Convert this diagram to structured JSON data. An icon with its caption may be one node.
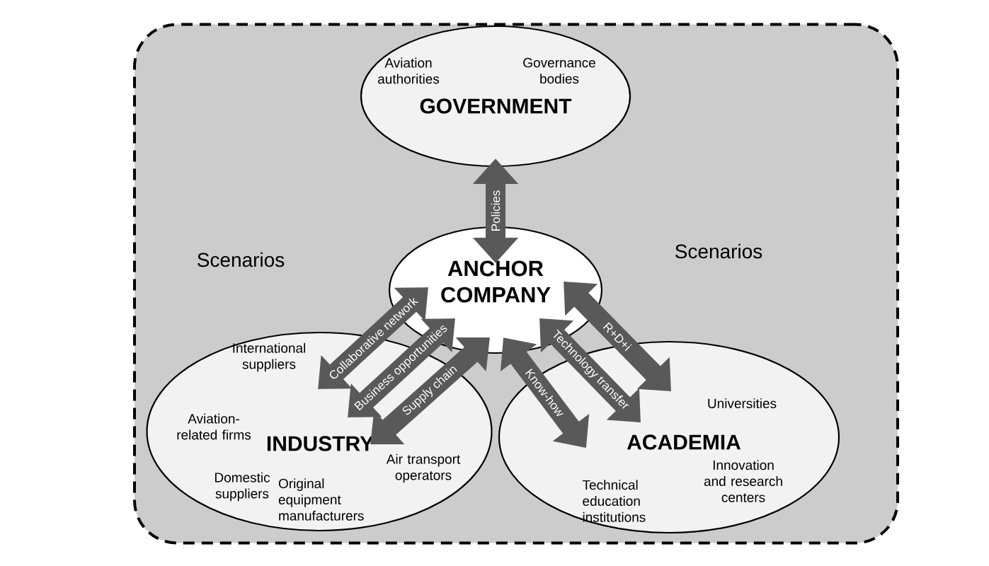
{
  "diagram": {
    "nodes": [
      {
        "text": [
          "Scenarios",
          "Scenarios"
        ]
      },
      {
        "text": [
          "Aviation authorities",
          "Governance bodies",
          "GOVERNMENT"
        ],
        "in": 0
      },
      {
        "text": [
          "ANCHOR COMPANY"
        ],
        "in": 0
      },
      {
        "text": [
          "International suppliers",
          "Aviation- related firms",
          "INDUSTRY",
          "Air transport operators",
          "Domestic suppliers",
          "Original equipment manufacturers"
        ],
        "in": 0
      },
      {
        "text": [
          "Universities",
          "ACADEMIA",
          "Innovation and research centers",
          "Technical education institutions"
        ],
        "in": 0
      }
    ],
    "edges": [
      {
        "from": 2,
        "to": 1,
        "arrow": "both",
        "label": "Policies"
      },
      {
        "from": 3,
        "to": 2,
        "arrow": "both",
        "label": "Collaborative network"
      },
      {
        "from": 3,
        "to": 2,
        "arrow": "both",
        "label": "Business opportunities"
      },
      {
        "from": 3,
        "to": 2,
        "arrow": "both",
        "label": "Supply chain"
      },
      {
        "from": 2,
        "to": 4,
        "arrow": "both",
        "label": "Know-how"
      },
      {
        "from": 2,
        "to": 4,
        "arrow": "both",
        "label": "Technology transfer"
      },
      {
        "from": 2,
        "to": 4,
        "arrow": "both",
        "label": "R+D+i"
      }
    ]
  }
}
